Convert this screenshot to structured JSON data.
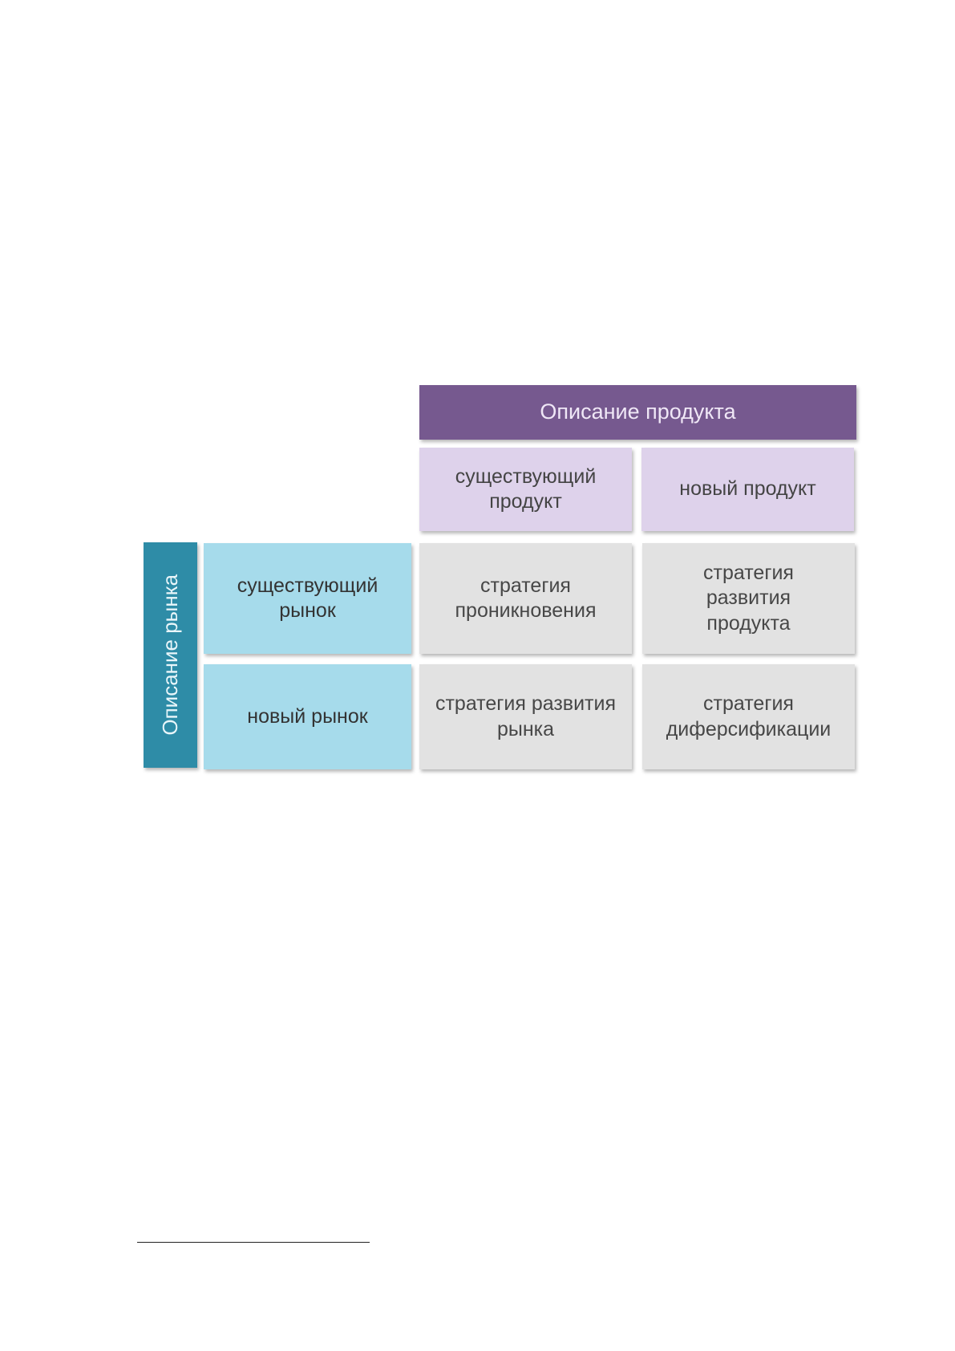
{
  "colors": {
    "product_header_bg": "#76598f",
    "product_sub_bg": "#ded2eb",
    "market_header_bg": "#2e8ca7",
    "market_row_bg": "#a6dbeb",
    "cell_bg": "#e2e2e2"
  },
  "matrix": {
    "product_header": "Описание продукта",
    "product_columns": [
      "существующий продукт",
      "новый продукт"
    ],
    "market_header": "Описание рынка",
    "market_rows": [
      "существующий рынок",
      "новый рынок"
    ],
    "cells": [
      [
        "стратегия проникновения",
        "стратегия развития продукта"
      ],
      [
        "стратегия развития рынка",
        "стратегия диферсификации"
      ]
    ]
  }
}
